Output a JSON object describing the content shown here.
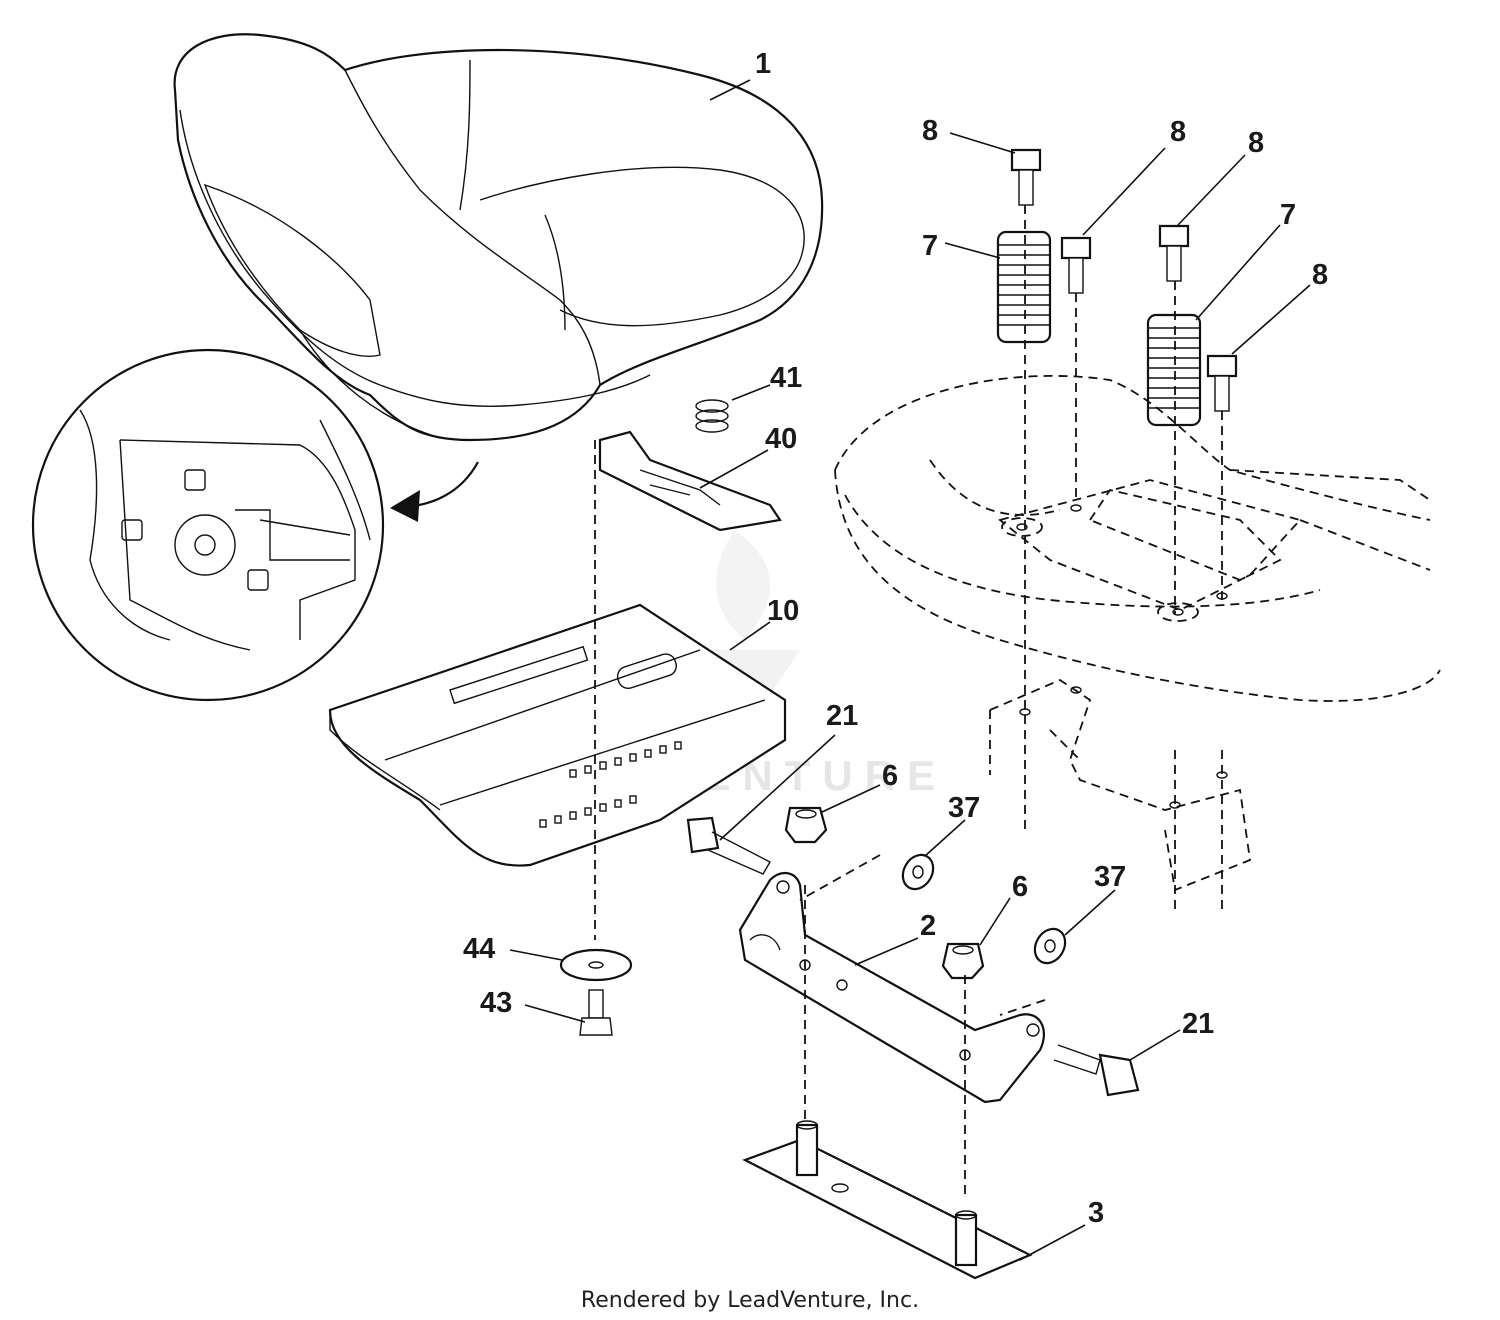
{
  "diagram": {
    "part_labels": [
      {
        "id": "1",
        "text": "1"
      },
      {
        "id": "8a",
        "text": "8"
      },
      {
        "id": "8b",
        "text": "8"
      },
      {
        "id": "8c",
        "text": "8"
      },
      {
        "id": "8d",
        "text": "8"
      },
      {
        "id": "7a",
        "text": "7"
      },
      {
        "id": "7b",
        "text": "7"
      },
      {
        "id": "41",
        "text": "41"
      },
      {
        "id": "40",
        "text": "40"
      },
      {
        "id": "10",
        "text": "10"
      },
      {
        "id": "21a",
        "text": "21"
      },
      {
        "id": "6a",
        "text": "6"
      },
      {
        "id": "37a",
        "text": "37"
      },
      {
        "id": "6b",
        "text": "6"
      },
      {
        "id": "37b",
        "text": "37"
      },
      {
        "id": "2",
        "text": "2"
      },
      {
        "id": "44",
        "text": "44"
      },
      {
        "id": "43",
        "text": "43"
      },
      {
        "id": "21b",
        "text": "21"
      },
      {
        "id": "3",
        "text": "3"
      }
    ],
    "watermark": "LEADVENTURE",
    "footer": "Rendered by LeadVenture, Inc."
  }
}
